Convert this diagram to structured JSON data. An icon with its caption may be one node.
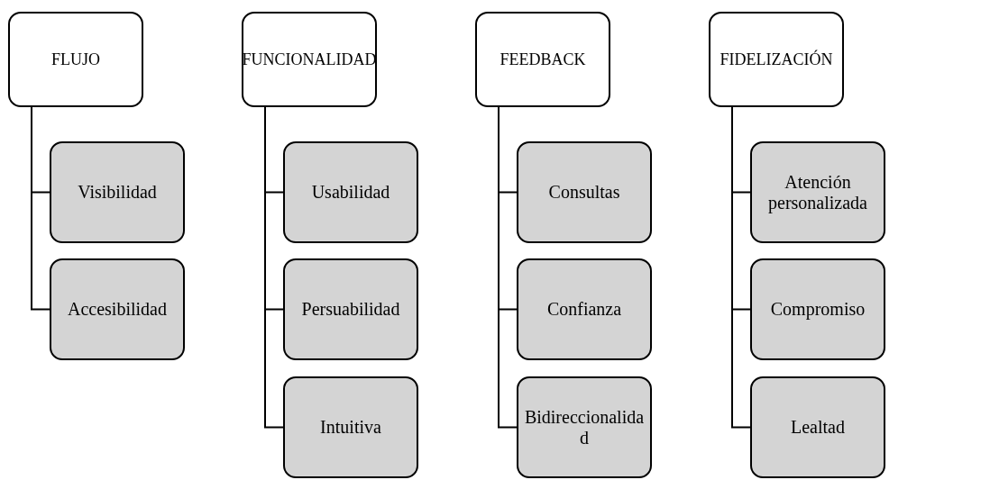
{
  "diagram": {
    "nodes": [
      {
        "text": [
          "FLUJO"
        ]
      },
      {
        "text": [
          "Visibilidad"
        ]
      },
      {
        "text": [
          "Accesibilidad"
        ]
      },
      {
        "text": [
          "FUNCIONALIDAD"
        ]
      },
      {
        "text": [
          "Usabilidad"
        ]
      },
      {
        "text": [
          "Persuabilidad"
        ]
      },
      {
        "text": [
          "Intuitiva"
        ]
      },
      {
        "text": [
          "FEEDBACK"
        ]
      },
      {
        "text": [
          "Consultas"
        ]
      },
      {
        "text": [
          "Confianza"
        ]
      },
      {
        "text": [
          "Bidireccionalidad"
        ]
      },
      {
        "text": [
          "FIDELIZACIÓN"
        ]
      },
      {
        "text": [
          "Atención personalizada"
        ]
      },
      {
        "text": [
          "Compromiso"
        ]
      },
      {
        "text": [
          "Lealtad"
        ]
      }
    ],
    "edges": [
      {
        "from": 0,
        "to": 1,
        "arrow": "none"
      },
      {
        "from": 0,
        "to": 2,
        "arrow": "none"
      },
      {
        "from": 3,
        "to": 4,
        "arrow": "none"
      },
      {
        "from": 3,
        "to": 5,
        "arrow": "none"
      },
      {
        "from": 3,
        "to": 6,
        "arrow": "none"
      },
      {
        "from": 7,
        "to": 8,
        "arrow": "none"
      },
      {
        "from": 7,
        "to": 9,
        "arrow": "none"
      },
      {
        "from": 7,
        "to": 10,
        "arrow": "none"
      },
      {
        "from": 11,
        "to": 12,
        "arrow": "none"
      },
      {
        "from": 11,
        "to": 13,
        "arrow": "none"
      },
      {
        "from": 11,
        "to": 14,
        "arrow": "none"
      }
    ]
  }
}
